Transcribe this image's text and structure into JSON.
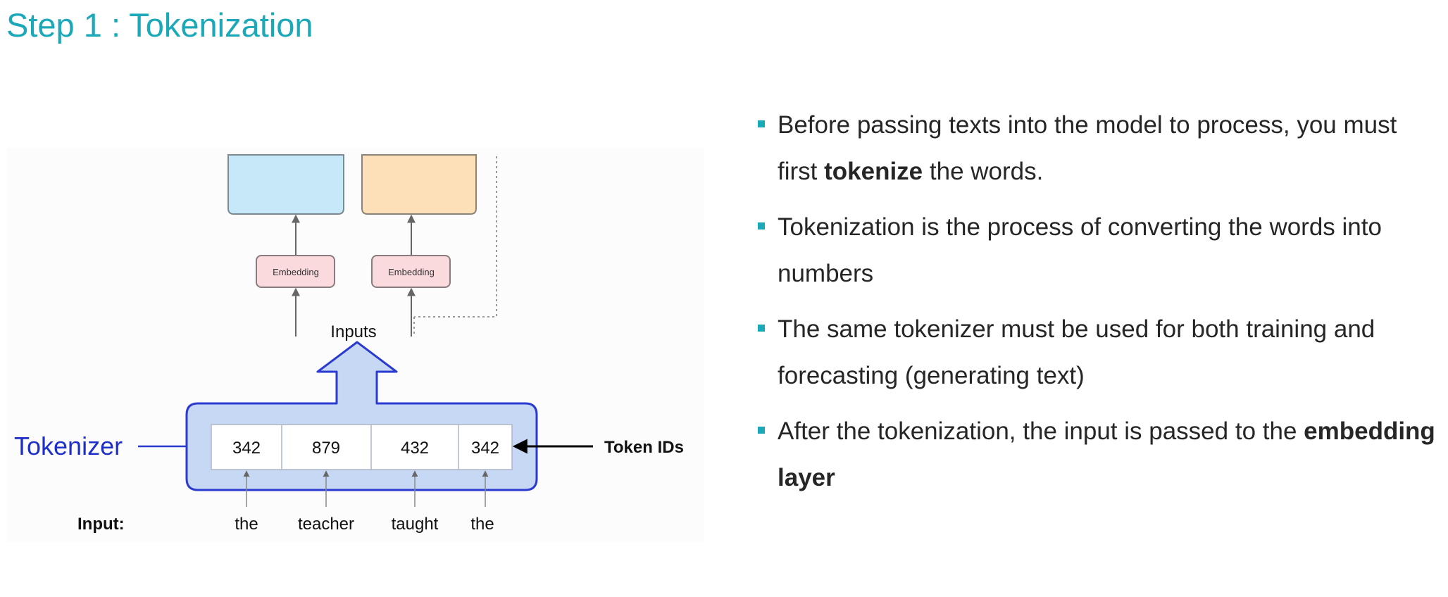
{
  "title": "Step 1 : Tokenization",
  "diagram": {
    "embedding_labels": [
      "Embedding",
      "Embedding"
    ],
    "inputs_label": "Inputs",
    "tokenizer_label": "Tokenizer",
    "token_ids_label": "Token IDs",
    "input_label": "Input:",
    "token_ids": [
      "342",
      "879",
      "432",
      "342"
    ],
    "input_words": [
      "the",
      "teacher",
      "taught",
      "the"
    ],
    "colors": {
      "tokenizer_fill": "#c7d8f5",
      "tokenizer_stroke": "#2b3bd0",
      "tokenizer_text": "#1e2ec8",
      "encoder_box": "#c6e8f8",
      "decoder_box": "#fde0b8",
      "embedding_fill": "#fadadd"
    }
  },
  "bullets": [
    {
      "pre": "Before passing texts into the model to process, you must first ",
      "bold": "tokenize",
      "post": " the words."
    },
    {
      "pre": "Tokenization is the process of converting the words into numbers",
      "bold": "",
      "post": ""
    },
    {
      "pre": "The same tokenizer must be used for both training and forecasting (generating text)",
      "bold": "",
      "post": ""
    },
    {
      "pre": "After the tokenization, the input is passed to the ",
      "bold": "embedding layer",
      "post": ""
    }
  ]
}
